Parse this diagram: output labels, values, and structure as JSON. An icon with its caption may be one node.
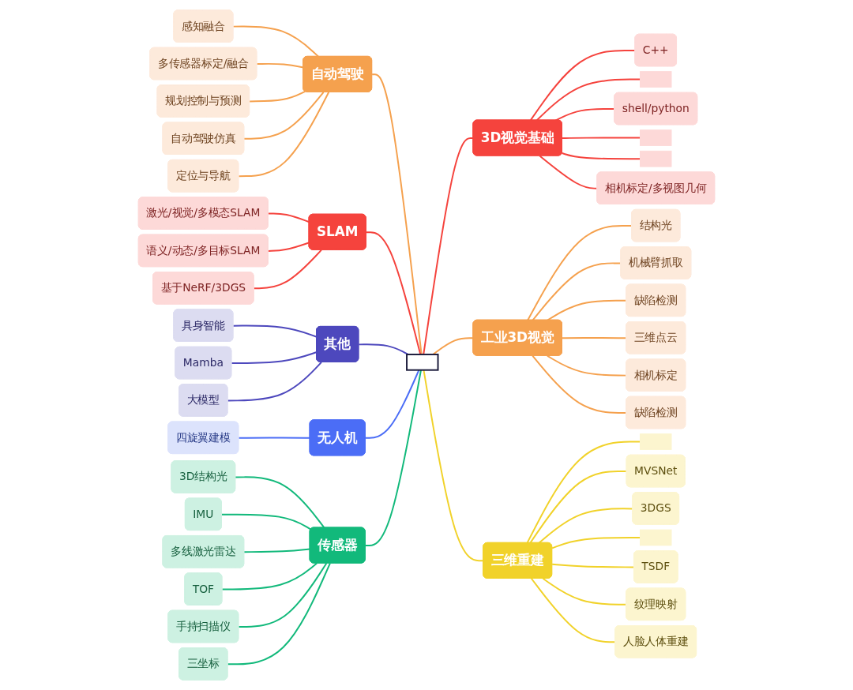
{
  "diagram": {
    "nodes": [
      {
        "text": [],
        "shape": "box"
      },
      {
        "text": [
          "自动驾驶"
        ]
      },
      {
        "text": [
          "感知融合"
        ]
      },
      {
        "text": [
          "多传感器标定/融合"
        ]
      },
      {
        "text": [
          "规划控制与预测"
        ]
      },
      {
        "text": [
          "自动驾驶仿真"
        ]
      },
      {
        "text": [
          "定位与导航"
        ]
      },
      {
        "text": [
          "SLAM"
        ]
      },
      {
        "text": [
          "激光/视觉/多模态SLAM"
        ]
      },
      {
        "text": [
          "语义/动态/多目标SLAM"
        ]
      },
      {
        "text": [
          "基于NeRF/3DGS"
        ]
      },
      {
        "text": [
          "其他"
        ]
      },
      {
        "text": [
          "具身智能"
        ]
      },
      {
        "text": [
          "Mamba"
        ]
      },
      {
        "text": [
          "大模型"
        ]
      },
      {
        "text": [
          "无人机"
        ]
      },
      {
        "text": [
          "四旋翼建模"
        ]
      },
      {
        "text": [
          "传感器"
        ]
      },
      {
        "text": [
          "3D结构光"
        ]
      },
      {
        "text": [
          "IMU"
        ]
      },
      {
        "text": [
          "多线激光雷达"
        ]
      },
      {
        "text": [
          "TOF"
        ]
      },
      {
        "text": [
          "手持扫描仪"
        ]
      },
      {
        "text": [
          "三坐标"
        ]
      },
      {
        "text": [
          "3D视觉基础"
        ]
      },
      {
        "text": [
          "C++"
        ]
      },
      {
        "text": [],
        "shape": "box"
      },
      {
        "text": [
          "shell/python"
        ]
      },
      {
        "text": [],
        "shape": "box"
      },
      {
        "text": [],
        "shape": "box"
      },
      {
        "text": [
          "相机标定/多视图几何"
        ]
      },
      {
        "text": [
          "工业3D视觉"
        ]
      },
      {
        "text": [
          "结构光"
        ]
      },
      {
        "text": [
          "机械臂抓取"
        ]
      },
      {
        "text": [
          "缺陷检测"
        ]
      },
      {
        "text": [
          "三维点云"
        ]
      },
      {
        "text": [
          "相机标定"
        ]
      },
      {
        "text": [
          "缺陷检测"
        ]
      },
      {
        "text": [
          "三维重建"
        ]
      },
      {
        "text": [],
        "shape": "box"
      },
      {
        "text": [
          "MVSNet"
        ]
      },
      {
        "text": [
          "3DGS"
        ]
      },
      {
        "text": [],
        "shape": "box"
      },
      {
        "text": [
          "TSDF"
        ]
      },
      {
        "text": [
          "纹理映射"
        ]
      },
      {
        "text": [
          "人脸人体重建"
        ]
      }
    ],
    "edges": [
      {
        "from": 0,
        "to": 1,
        "arrow": "none",
        "color": "#f5a14e"
      },
      {
        "from": 1,
        "to": 2,
        "arrow": "none",
        "color": "#f5a14e"
      },
      {
        "from": 1,
        "to": 3,
        "arrow": "none",
        "color": "#f5a14e"
      },
      {
        "from": 1,
        "to": 4,
        "arrow": "none",
        "color": "#f5a14e"
      },
      {
        "from": 1,
        "to": 5,
        "arrow": "none",
        "color": "#f5a14e"
      },
      {
        "from": 1,
        "to": 6,
        "arrow": "none",
        "color": "#f5a14e"
      },
      {
        "from": 0,
        "to": 7,
        "arrow": "none",
        "color": "#f5433d"
      },
      {
        "from": 7,
        "to": 8,
        "arrow": "none",
        "color": "#f5433d"
      },
      {
        "from": 7,
        "to": 9,
        "arrow": "none",
        "color": "#f5433d"
      },
      {
        "from": 7,
        "to": 10,
        "arrow": "none",
        "color": "#f5433d"
      },
      {
        "from": 0,
        "to": 11,
        "arrow": "none",
        "color": "#4d48bd"
      },
      {
        "from": 11,
        "to": 12,
        "arrow": "none",
        "color": "#4d48bd"
      },
      {
        "from": 11,
        "to": 13,
        "arrow": "none",
        "color": "#4d48bd"
      },
      {
        "from": 11,
        "to": 14,
        "arrow": "none",
        "color": "#4d48bd"
      },
      {
        "from": 0,
        "to": 15,
        "arrow": "none",
        "color": "#4b6df6"
      },
      {
        "from": 15,
        "to": 16,
        "arrow": "none",
        "color": "#4b6df6"
      },
      {
        "from": 0,
        "to": 17,
        "arrow": "none",
        "color": "#12b97b"
      },
      {
        "from": 17,
        "to": 18,
        "arrow": "none",
        "color": "#12b97b"
      },
      {
        "from": 17,
        "to": 19,
        "arrow": "none",
        "color": "#12b97b"
      },
      {
        "from": 17,
        "to": 20,
        "arrow": "none",
        "color": "#12b97b"
      },
      {
        "from": 17,
        "to": 21,
        "arrow": "none",
        "color": "#12b97b"
      },
      {
        "from": 17,
        "to": 22,
        "arrow": "none",
        "color": "#12b97b"
      },
      {
        "from": 17,
        "to": 23,
        "arrow": "none",
        "color": "#12b97b"
      },
      {
        "from": 0,
        "to": 24,
        "arrow": "none",
        "color": "#f5433d"
      },
      {
        "from": 24,
        "to": 25,
        "arrow": "none",
        "color": "#f5433d"
      },
      {
        "from": 24,
        "to": 26,
        "arrow": "none",
        "color": "#f5433d"
      },
      {
        "from": 24,
        "to": 27,
        "arrow": "none",
        "color": "#f5433d"
      },
      {
        "from": 24,
        "to": 28,
        "arrow": "none",
        "color": "#f5433d"
      },
      {
        "from": 24,
        "to": 29,
        "arrow": "none",
        "color": "#f5433d"
      },
      {
        "from": 24,
        "to": 30,
        "arrow": "none",
        "color": "#f5433d"
      },
      {
        "from": 0,
        "to": 31,
        "arrow": "none",
        "color": "#f5a14e"
      },
      {
        "from": 31,
        "to": 32,
        "arrow": "none",
        "color": "#f5a14e"
      },
      {
        "from": 31,
        "to": 33,
        "arrow": "none",
        "color": "#f5a14e"
      },
      {
        "from": 31,
        "to": 34,
        "arrow": "none",
        "color": "#f5a14e"
      },
      {
        "from": 31,
        "to": 35,
        "arrow": "none",
        "color": "#f5a14e"
      },
      {
        "from": 31,
        "to": 36,
        "arrow": "none",
        "color": "#f5a14e"
      },
      {
        "from": 31,
        "to": 37,
        "arrow": "none",
        "color": "#f5a14e"
      },
      {
        "from": 0,
        "to": 38,
        "arrow": "none",
        "color": "#f1d22a"
      },
      {
        "from": 38,
        "to": 39,
        "arrow": "none",
        "color": "#f1d22a"
      },
      {
        "from": 38,
        "to": 40,
        "arrow": "none",
        "color": "#f1d22a"
      },
      {
        "from": 38,
        "to": 41,
        "arrow": "none",
        "color": "#f1d22a"
      },
      {
        "from": 38,
        "to": 42,
        "arrow": "none",
        "color": "#f1d22a"
      },
      {
        "from": 38,
        "to": 43,
        "arrow": "none",
        "color": "#f1d22a"
      },
      {
        "from": 38,
        "to": 44,
        "arrow": "none",
        "color": "#f1d22a"
      },
      {
        "from": 38,
        "to": 45,
        "arrow": "none",
        "color": "#f1d22a"
      }
    ]
  }
}
